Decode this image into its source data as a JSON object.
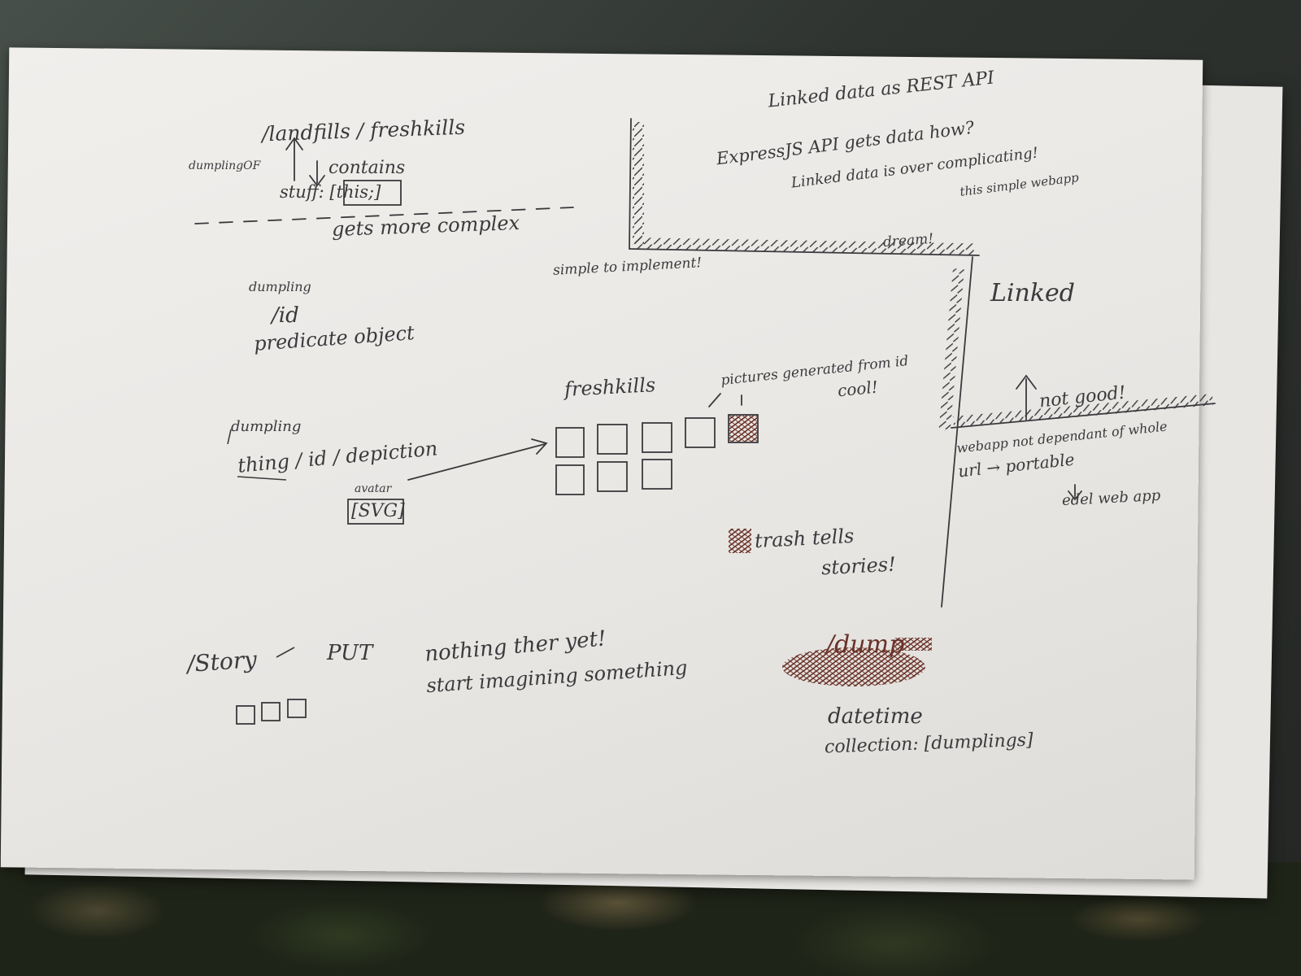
{
  "notes": {
    "landfills_path": "/landfills / freshkills",
    "dumpling_of": "dumplingOF",
    "contains": "contains",
    "stuff": "stuff: [this;]",
    "more_complex": "gets more complex",
    "dumpling_top": "dumpling",
    "slash_id": "/id",
    "predicate_object": "predicate object",
    "dumpling_mid": "dumpling",
    "thing_path": "thing / id / depiction",
    "avatar": "avatar",
    "svg": "[SVG]",
    "freshkills": "freshkills",
    "pictures": "pictures generated from id",
    "cool": "cool!",
    "story": "/Story",
    "put": "PUT",
    "nothing_there": "nothing ther yet!",
    "start_imagining": "start imagining something",
    "linked_rest": "Linked data as REST API",
    "express_js": "ExpressJS API gets data how?",
    "linked_overcomplicating": "Linked data is over complicating!",
    "simple_webapp": "this simple webapp",
    "dream": "dream!",
    "simple_implement": "simple to implement!",
    "linked": "Linked",
    "not_good": "not good!",
    "webapp_not_dependant": "webapp not dependant of whole",
    "url_portable": "url → portable",
    "edel_webapp": "edel web app",
    "trash_tells": "trash tells",
    "stories": "stories!",
    "dump": "/dump",
    "datetime": "datetime",
    "collection": "collection: [dumplings]"
  },
  "colors": {
    "ink": "#3a3a3d",
    "brown_ink": "#6a3228",
    "paper": "#ece9e6"
  }
}
